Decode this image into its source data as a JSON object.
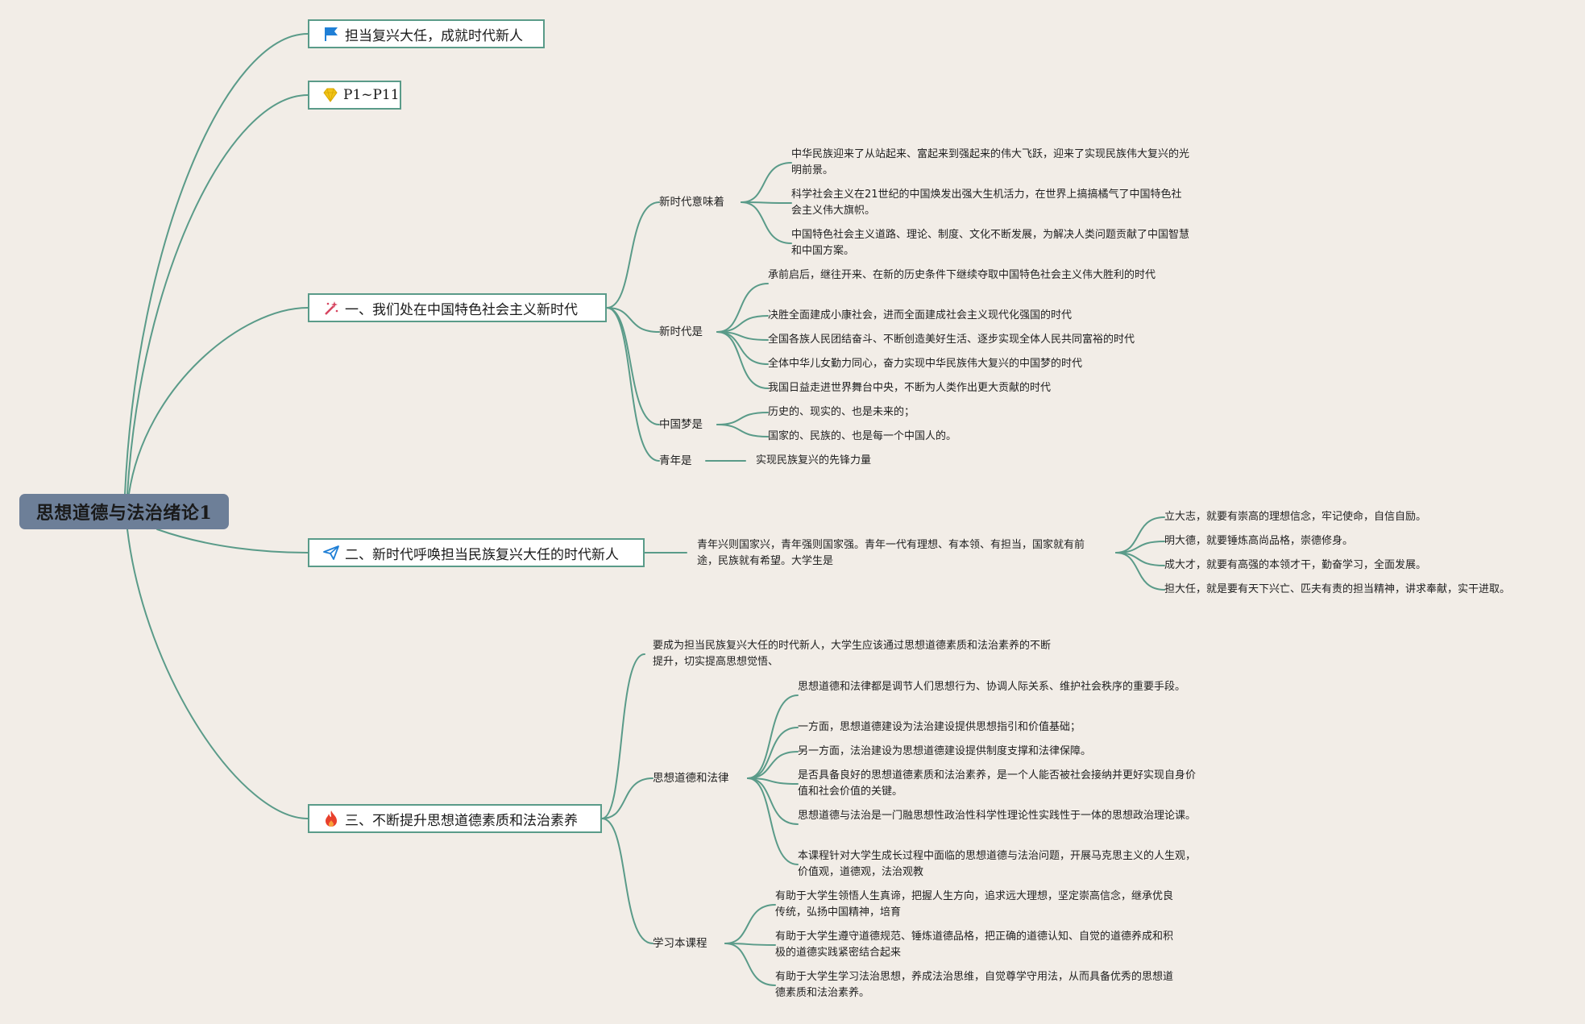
{
  "root": {
    "title": "思想道德与法治绪论1"
  },
  "topics": {
    "t0": {
      "label": "担当复兴大任，成就时代新人",
      "icon": "flag-icon",
      "color": "#1f7fd6"
    },
    "t1": {
      "label": "P1~P11",
      "icon": "diamond-icon",
      "color": "#f2c418"
    },
    "t2": {
      "label": "一、我们处在中国特色社会主义新时代",
      "icon": "magic-wand-icon",
      "subs": {
        "s0": {
          "label": "新时代意味着",
          "items": [
            "中华民族迎来了从站起来、富起来到强起来的伟大飞跃，迎来了实现民族伟大复兴的光明前景。",
            "科学社会主义在21世纪的中国焕发出强大生机活力，在世界上搞搞橘气了中国特色社会主义伟大旗帜。",
            "中国特色社会主义道路、理论、制度、文化不断发展，为解决人类问题贡献了中国智慧和中国方案。"
          ]
        },
        "s1": {
          "label": "新时代是",
          "items": [
            "承前启后，继往开来、在新的历史条件下继续夺取中国特色社会主义伟大胜利的时代",
            "决胜全面建成小康社会，进而全面建成社会主义现代化强国的时代",
            "全国各族人民团结奋斗、不断创造美好生活、逐步实现全体人民共同富裕的时代",
            "全体中华儿女勤力同心，奋力实现中华民族伟大复兴的中国梦的时代",
            "我国日益走进世界舞台中央，不断为人类作出更大贡献的时代"
          ]
        },
        "s2": {
          "label": "中国梦是",
          "items": [
            "历史的、现实的、也是未来的；",
            "国家的、民族的、也是每一个中国人的。"
          ]
        },
        "s3": {
          "label": "青年是",
          "items": [
            "实现民族复兴的先锋力量"
          ]
        }
      }
    },
    "t3": {
      "label": "二、新时代呼唤担当民族复兴大任的时代新人",
      "icon": "paper-plane-icon",
      "sub": "青年兴则国家兴，青年强则国家强。青年一代有理想、有本领、有担当，国家就有前途，民族就有希望。大学生是",
      "items": [
        "立大志，就要有崇高的理想信念，牢记使命，自信自励。",
        "明大德，就要锤炼高尚品格，崇德修身。",
        "成大才，就要有高强的本领才干，勤奋学习，全面发展。",
        "担大任，就是要有天下兴亡、匹夫有责的担当精神，讲求奉献，实干进取。"
      ]
    },
    "t4": {
      "label": "三、不断提升思想道德素质和法治素养",
      "icon": "fire-icon",
      "intro": "要成为担当民族复兴大任的时代新人，大学生应该通过思想道德素质和法治素养的不断提升，切实提高思想觉悟、",
      "subs": {
        "s0": {
          "label": "思想道德和法律",
          "items": [
            "思想道德和法律都是调节人们思想行为、协调人际关系、维护社会秩序的重要手段。",
            "一方面，思想道德建设为法治建设提供思想指引和价值基础；",
            "另一方面，法治建设为思想道德建设提供制度支撑和法律保障。",
            "是否具备良好的思想道德素质和法治素养，是一个人能否被社会接纳并更好实现自身价值和社会价值的关键。",
            "思想道德与法治是一门融思想性政治性科学性理论性实践性于一体的思想政治理论课。",
            "本课程针对大学生成长过程中面临的思想道德与法治问题，开展马克思主义的人生观，价值观，道德观，法治观教"
          ]
        },
        "s1": {
          "label": "学习本课程",
          "items": [
            "有助于大学生领悟人生真谛，把握人生方向，追求远大理想，坚定崇高信念，继承优良传统，弘扬中国精神，培育",
            "有助于大学生遵守道德规范、锤炼道德品格，把正确的道德认知、自觉的道德养成和积极的道德实践紧密结合起来",
            "有助于大学生学习法治思想，养成法治思维，自觉尊学守用法，从而具备优秀的思想道德素质和法治素养。"
          ]
        }
      }
    }
  }
}
